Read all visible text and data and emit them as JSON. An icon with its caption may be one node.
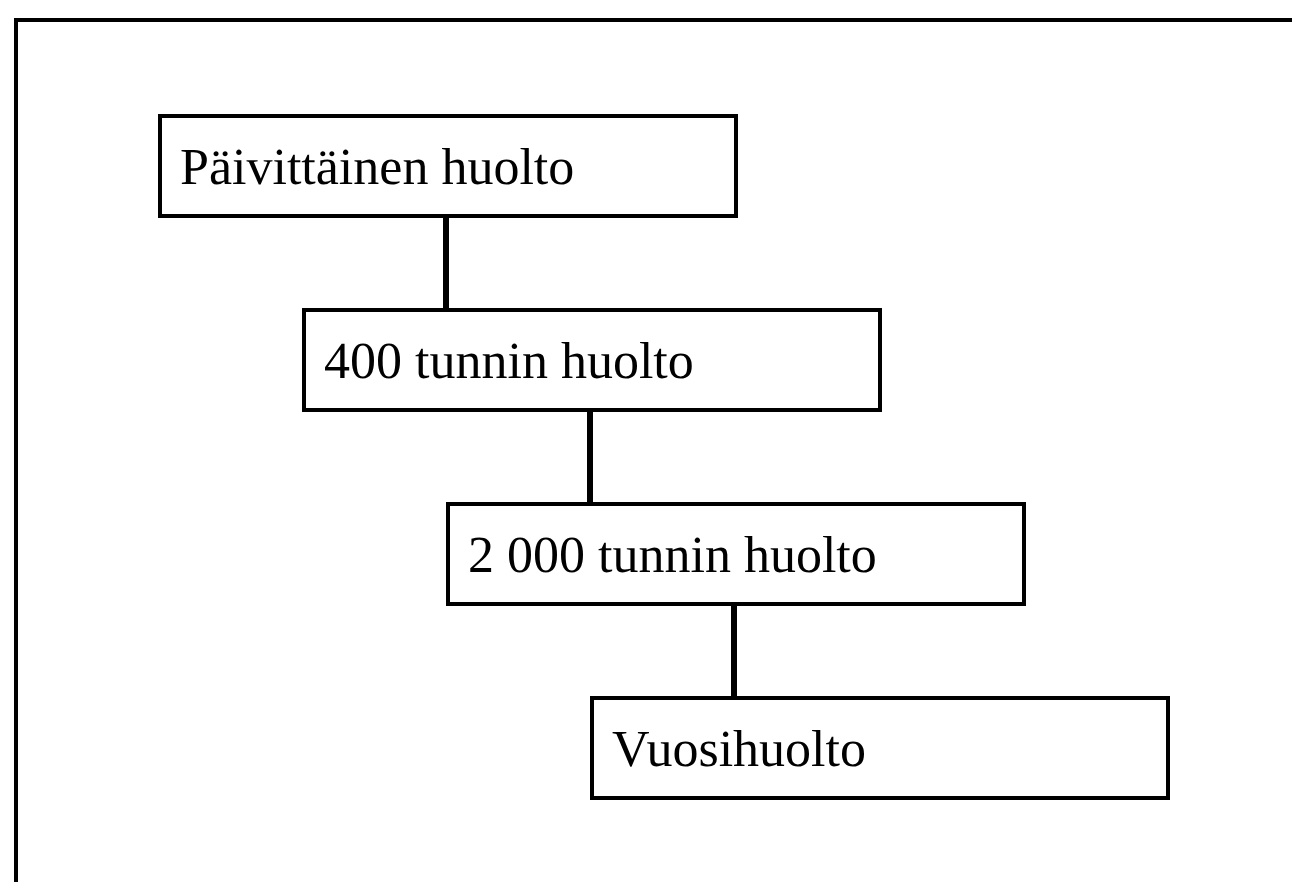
{
  "diagram": {
    "nodes": [
      {
        "text": [
          "Päivittäinen huolto"
        ]
      },
      {
        "text": [
          "400 tunnin huolto"
        ]
      },
      {
        "text": [
          "2 000 tunnin huolto"
        ]
      },
      {
        "text": [
          "Vuosihuolto"
        ]
      }
    ],
    "edges": [
      {
        "from": 0,
        "to": 1,
        "arrow": "none"
      },
      {
        "from": 1,
        "to": 2,
        "arrow": "none"
      },
      {
        "from": 2,
        "to": 3,
        "arrow": "none"
      }
    ]
  }
}
